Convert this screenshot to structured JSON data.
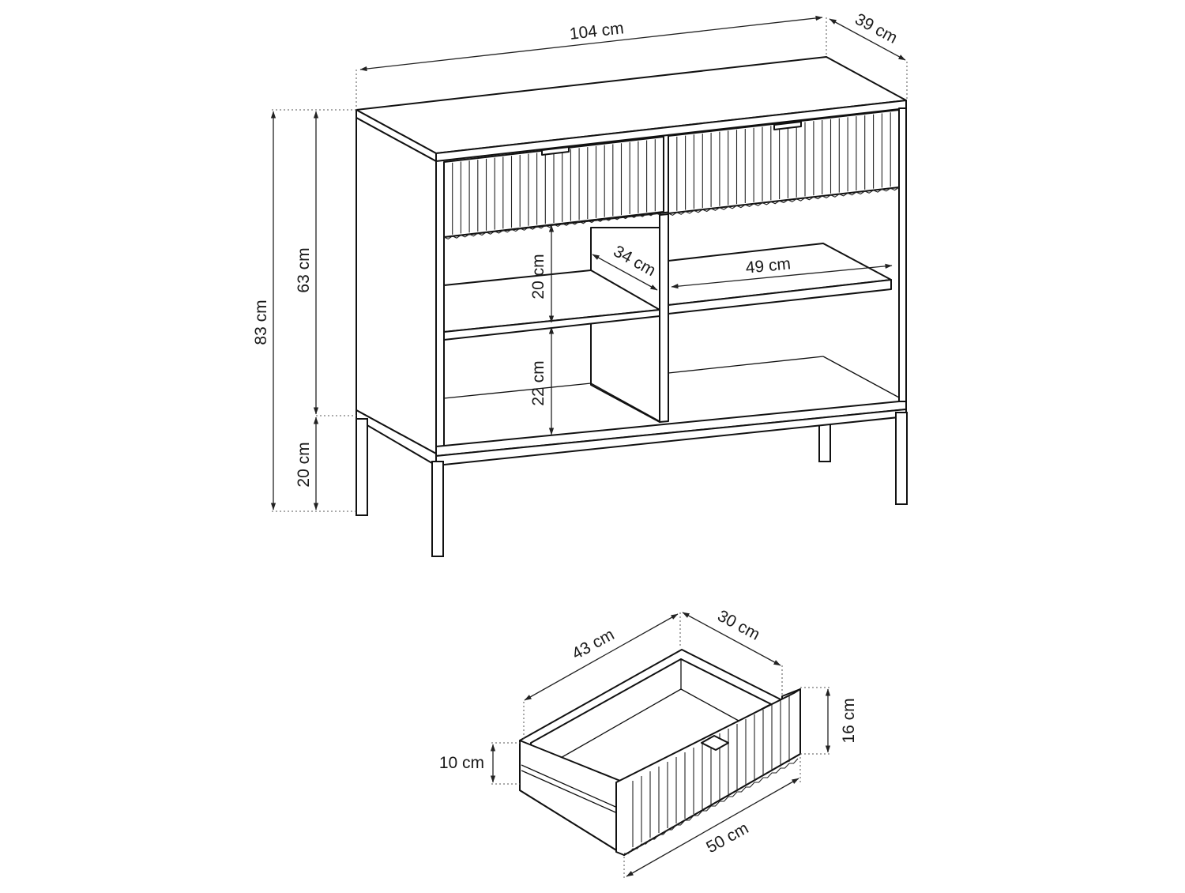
{
  "colors": {
    "line": "#111111",
    "background": "#ffffff"
  },
  "dimensions": {
    "width_104": "104 cm",
    "depth_39": "39 cm",
    "height_83": "83 cm",
    "body_63": "63 cm",
    "legs_20": "20 cm",
    "shelf_gap_20": "20 cm",
    "lower_gap_22": "22 cm",
    "shelf_depth_34": "34 cm",
    "shelf_width_49": "49 cm",
    "drawer_length_43": "43 cm",
    "drawer_depth_30": "30 cm",
    "drawer_front_16": "16 cm",
    "drawer_side_10": "10 cm",
    "drawer_front_width_50": "50 cm"
  }
}
